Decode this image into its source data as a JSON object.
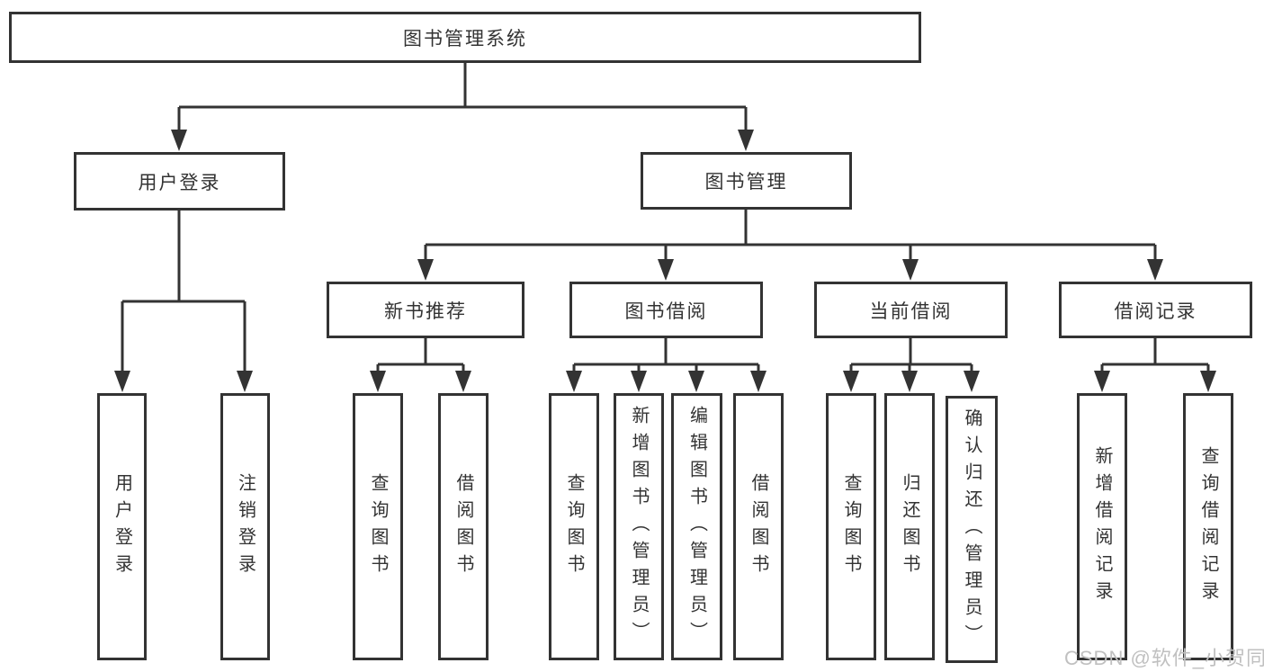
{
  "diagram": {
    "root": "图书管理系统",
    "level2": {
      "user_login": "用户登录",
      "book_mgmt": "图书管理"
    },
    "level3": {
      "new_book_rec": "新书推荐",
      "book_borrow": "图书借阅",
      "current_borrow": "当前借阅",
      "borrow_records": "借阅记录"
    },
    "leaves": {
      "user_login_leaf": "用户登录",
      "logout": "注销登录",
      "rec_query_books": "查询图书",
      "rec_borrow_books": "借阅图书",
      "bb_query_books": "查询图书",
      "bb_add_books": "新增图书（管理员）",
      "bb_edit_books": "编辑图书（管理员）",
      "bb_borrow_books": "借阅图书",
      "cb_query_books": "查询图书",
      "cb_return_books": "归还图书",
      "cb_confirm_return": "确认归还（管理员）",
      "br_add_record": "新增借阅记录",
      "br_query_record": "查询借阅记录"
    },
    "watermark": "CSDN @软件_小贺同学",
    "colors": {
      "line": "#333333",
      "border": "#333333",
      "text": "#333333",
      "watermark": "#c0c0c0",
      "background": "#ffffff"
    }
  }
}
